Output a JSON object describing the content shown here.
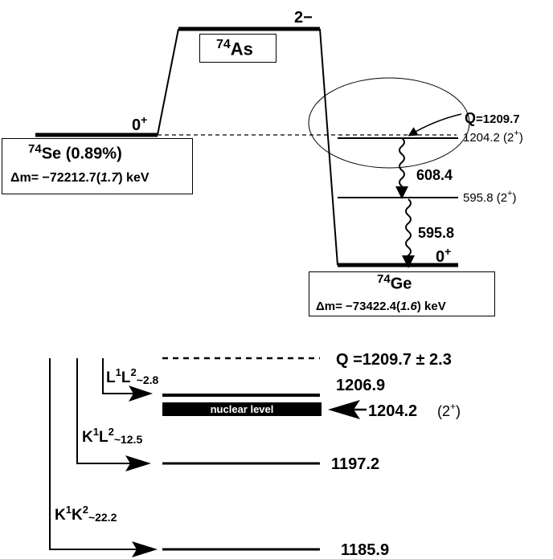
{
  "top_diagram": {
    "as74": {
      "mass": "74",
      "symbol": "As",
      "spin": "2−"
    },
    "se74": {
      "spin_label": "0+",
      "mass": "74",
      "symbol": "Se",
      "abundance": "(0.89%)",
      "dm_prefix": "Δm= −72212.7(",
      "dm_err": "1.7",
      "dm_suffix": ") keV"
    },
    "ge74": {
      "spin_label": "0+",
      "mass": "74",
      "symbol": "Ge",
      "dm_prefix": "Δm= −73422.4(",
      "dm_err": "1.6",
      "dm_suffix": ") keV"
    },
    "q_label": "Q=1209.7",
    "level_1204": "1204.2 (2+)",
    "level_595": "595.8 (2+)",
    "gamma_1": "608.4",
    "gamma_2": "595.8"
  },
  "bottom_diagram": {
    "q_line": "Q =1209.7 ± 2.3",
    "level_1206": "1206.9",
    "nuclear_level_label": "nuclear level",
    "level_1204": "1204.2",
    "level_1204_spin": "(2+)",
    "level_1197": "1197.2",
    "level_1185": "1185.9",
    "ll": {
      "a": "L",
      "a_sup": "1",
      "b": "L",
      "b_sup": "2",
      "val": "~2.8"
    },
    "kl": {
      "a": "K",
      "a_sup": "1",
      "b": "L",
      "b_sup": "2",
      "val": "~12.5"
    },
    "kk": {
      "a": "K",
      "a_sup": "1",
      "b": "K",
      "b_sup": "2",
      "val": "~22.2"
    }
  }
}
